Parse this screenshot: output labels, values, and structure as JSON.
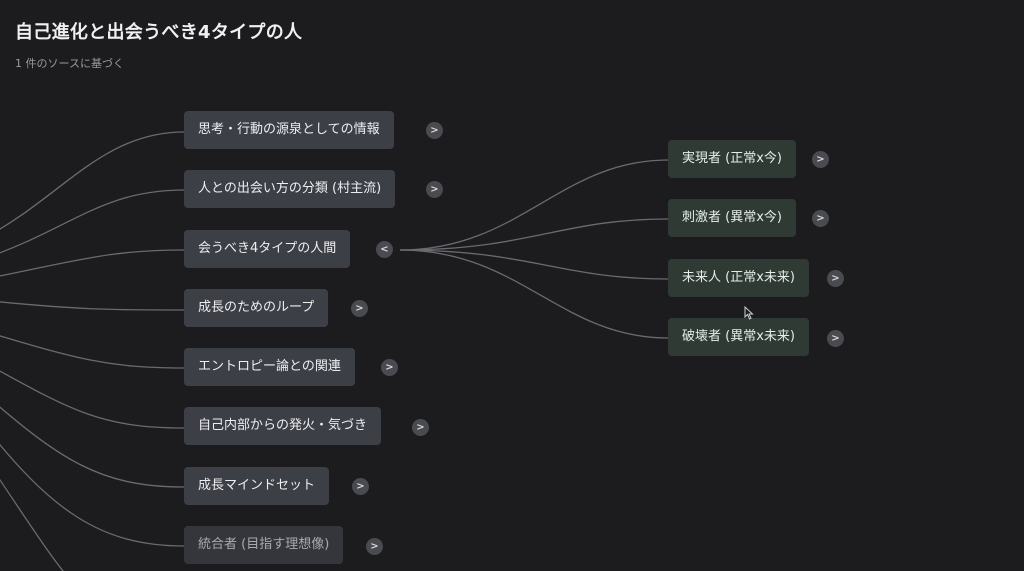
{
  "header": {
    "title": "自己進化と出会うべき4タイプの人",
    "subtitle": "1 件のソースに基づく"
  },
  "mindmap": {
    "branches": [
      {
        "label": "思考・行動の源泉としての情報",
        "toggle": ">"
      },
      {
        "label": "人との出会い方の分類 (村主流)",
        "toggle": ">"
      },
      {
        "label": "会うべき4タイプの人間",
        "toggle": "<"
      },
      {
        "label": "成長のためのループ",
        "toggle": ">"
      },
      {
        "label": "エントロピー論との関連",
        "toggle": ">"
      },
      {
        "label": "自己内部からの発火・気づき",
        "toggle": ">"
      },
      {
        "label": "成長マインドセット",
        "toggle": ">"
      },
      {
        "label": "統合者 (目指す理想像)",
        "toggle": ">"
      }
    ],
    "children": [
      {
        "label": "実現者 (正常x今)",
        "toggle": ">"
      },
      {
        "label": "刺激者 (異常x今)",
        "toggle": ">"
      },
      {
        "label": "未来人 (正常x未来)",
        "toggle": ">"
      },
      {
        "label": "破壊者 (異常x未来)",
        "toggle": ">"
      }
    ]
  },
  "colors": {
    "background": "#1c1c1e",
    "branch_node": "#3d3f47",
    "child_node": "#2f3a35",
    "connector": "#6a6a70"
  },
  "icons": {
    "expand": "chevron-right-icon",
    "collapse": "chevron-left-icon",
    "cursor": "mouse-pointer-icon"
  }
}
